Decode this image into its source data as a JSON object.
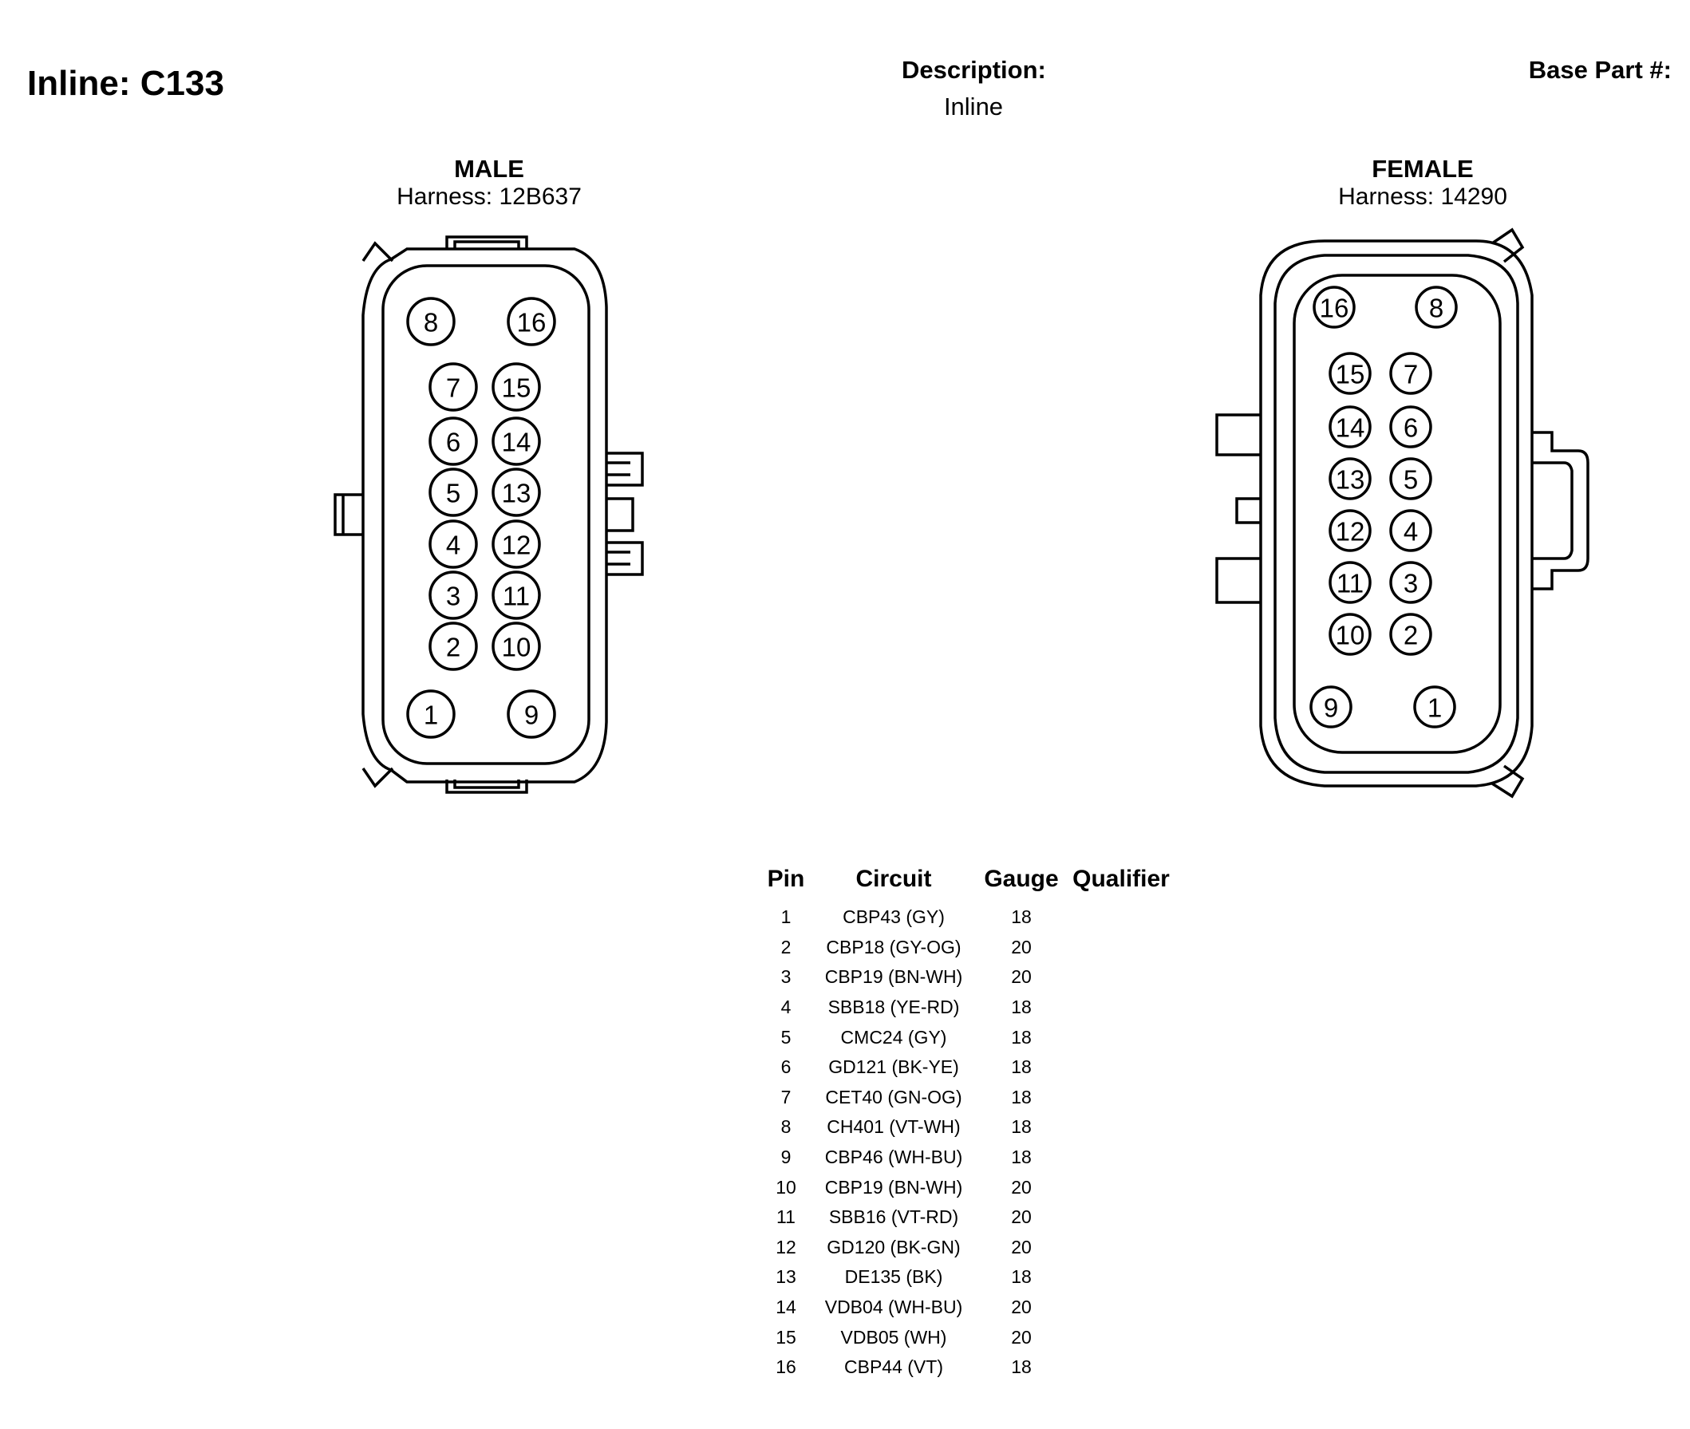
{
  "header": {
    "title": "Inline: C133",
    "description_label": "Description:",
    "description_value": "Inline",
    "base_part_label": "Base Part #:"
  },
  "male": {
    "title": "MALE",
    "harness": "Harness: 12B637",
    "pins": [
      "8",
      "16",
      "7",
      "15",
      "6",
      "14",
      "5",
      "13",
      "4",
      "12",
      "3",
      "11",
      "2",
      "10",
      "1",
      "9"
    ]
  },
  "female": {
    "title": "FEMALE",
    "harness": "Harness: 14290",
    "pins": [
      "16",
      "8",
      "15",
      "7",
      "14",
      "6",
      "13",
      "5",
      "12",
      "4",
      "11",
      "3",
      "10",
      "2",
      "9",
      "1"
    ]
  },
  "table": {
    "headers": {
      "pin": "Pin",
      "circuit": "Circuit",
      "gauge": "Gauge",
      "qualifier": "Qualifier"
    },
    "rows": [
      {
        "pin": "1",
        "circuit": "CBP43 (GY)",
        "gauge": "18"
      },
      {
        "pin": "2",
        "circuit": "CBP18 (GY-OG)",
        "gauge": "20"
      },
      {
        "pin": "3",
        "circuit": "CBP19 (BN-WH)",
        "gauge": "20"
      },
      {
        "pin": "4",
        "circuit": "SBB18 (YE-RD)",
        "gauge": "18"
      },
      {
        "pin": "5",
        "circuit": "CMC24 (GY)",
        "gauge": "18"
      },
      {
        "pin": "6",
        "circuit": "GD121 (BK-YE)",
        "gauge": "18"
      },
      {
        "pin": "7",
        "circuit": "CET40 (GN-OG)",
        "gauge": "18"
      },
      {
        "pin": "8",
        "circuit": "CH401 (VT-WH)",
        "gauge": "18"
      },
      {
        "pin": "9",
        "circuit": "CBP46 (WH-BU)",
        "gauge": "18"
      },
      {
        "pin": "10",
        "circuit": "CBP19 (BN-WH)",
        "gauge": "20"
      },
      {
        "pin": "11",
        "circuit": "SBB16 (VT-RD)",
        "gauge": "20"
      },
      {
        "pin": "12",
        "circuit": "GD120 (BK-GN)",
        "gauge": "20"
      },
      {
        "pin": "13",
        "circuit": "DE135 (BK)",
        "gauge": "18"
      },
      {
        "pin": "14",
        "circuit": "VDB04 (WH-BU)",
        "gauge": "20"
      },
      {
        "pin": "15",
        "circuit": "VDB05 (WH)",
        "gauge": "20"
      },
      {
        "pin": "16",
        "circuit": "CBP44 (VT)",
        "gauge": "18"
      }
    ]
  }
}
